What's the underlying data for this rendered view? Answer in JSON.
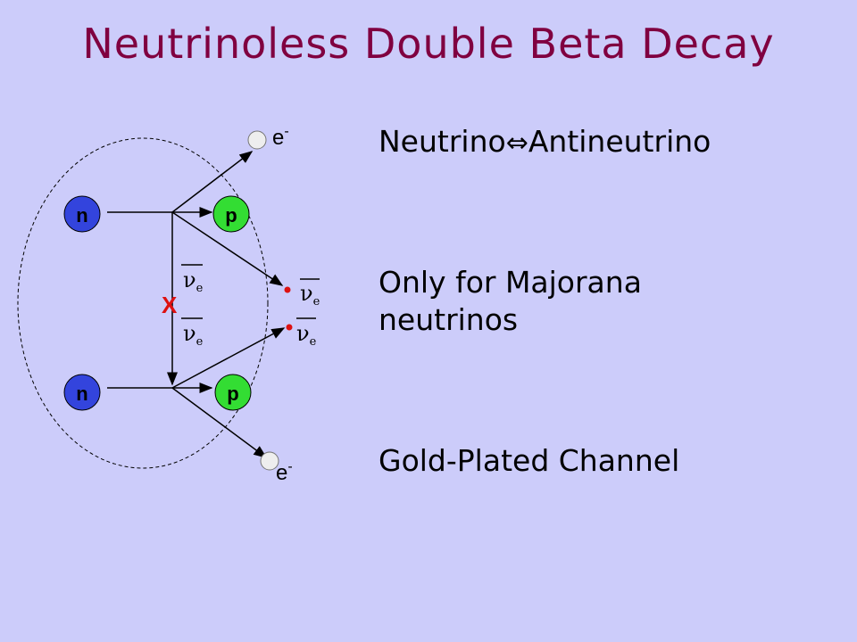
{
  "title": "Neutrinoless Double Beta Decay",
  "bullets": {
    "b1_left": "Neutrino",
    "b1_symbol": "⇔",
    "b1_right": "Antineutrino",
    "b2": "Only for Majorana neutrinos",
    "b3": "Gold-Plated Channel"
  },
  "diagram": {
    "neutron_label": "n",
    "proton_label": "p",
    "electron_label": "e",
    "electron_sup": "-",
    "nu_label": "ν",
    "nu_sub": "e",
    "vertex_mark": "X"
  },
  "colors": {
    "title": "#800040",
    "background": "#ccccfa",
    "neutron": "#3344dd",
    "proton": "#33dd33",
    "electron": "#eeeeee",
    "neutrino_dot": "#dd1111",
    "vertex_mark": "#dd1111"
  }
}
